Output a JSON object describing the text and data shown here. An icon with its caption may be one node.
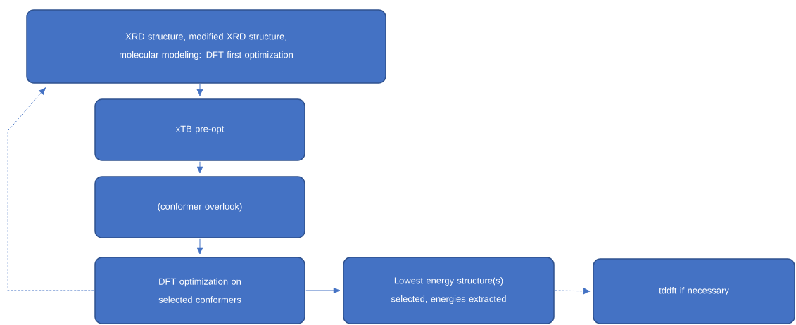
{
  "diagram": {
    "nodes": [
      {
        "text": [
          "XRD structure, modified XRD structure, molecular modeling: DFT first optimization"
        ]
      },
      {
        "text": [
          "xTB pre-opt"
        ]
      },
      {
        "text": [
          "(conformer overlook)"
        ]
      },
      {
        "text": [
          "DFT optimization on selected conformers"
        ]
      },
      {
        "text": [
          "Lowest energy structure(s) selected, energies extracted"
        ]
      },
      {
        "text": [
          "tddft if necessary"
        ]
      }
    ],
    "edges": [
      {
        "from": 0,
        "to": 1,
        "arrow": "to"
      },
      {
        "from": 1,
        "to": 2,
        "arrow": "to"
      },
      {
        "from": 2,
        "to": 3,
        "arrow": "to"
      },
      {
        "from": 3,
        "to": 0,
        "arrow": "to",
        "style": "dashed"
      },
      {
        "from": 3,
        "to": 4,
        "arrow": "to"
      },
      {
        "from": 4,
        "to": 5,
        "arrow": "to",
        "style": "dashed"
      }
    ]
  }
}
